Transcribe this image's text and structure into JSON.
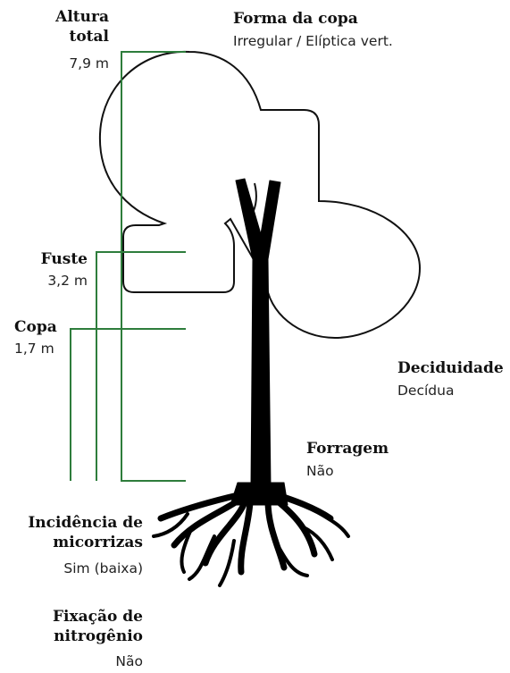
{
  "altura_total": {
    "label_line1": "Altura",
    "label_line2": "total",
    "value": "7,9 m"
  },
  "forma_copa": {
    "label": "Forma da copa",
    "value": "Irregular / Elíptica vert."
  },
  "fuste": {
    "label": "Fuste",
    "value": "3,2 m"
  },
  "copa": {
    "label": "Copa",
    "value": "1,7 m"
  },
  "deciduidade": {
    "label": "Deciduidade",
    "value": "Decídua"
  },
  "forragem": {
    "label": "Forragem",
    "value": "Não"
  },
  "micorrizas": {
    "label_line1": "Incidência de",
    "label_line2": "micorrizas",
    "value": "Sim (baixa)"
  },
  "fixacao": {
    "label_line1": "Fixação de",
    "label_line2": "nitrogênio",
    "value": "Não"
  },
  "colors": {
    "bracket": "#2e7d3c",
    "outline": "#111111",
    "tree": "#000000"
  },
  "icons": [
    "tree-silhouette-icon",
    "crown-outline-icon"
  ]
}
